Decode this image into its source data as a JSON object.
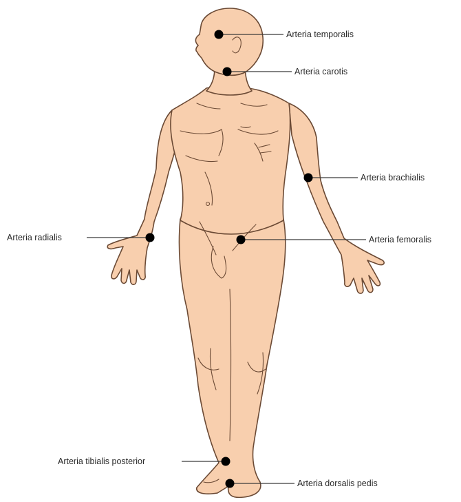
{
  "colors": {
    "skin": "#f8cfae",
    "outline": "#6b4a35",
    "marker": "#000000"
  },
  "labels": {
    "temporalis": "Arteria temporalis",
    "carotis": "Arteria carotis",
    "brachialis": "Arteria brachialis",
    "radialis": "Arteria radialis",
    "femoralis": "Arteria femoralis",
    "tibialis_posterior": "Arteria tibialis posterior",
    "dorsalis_pedis": "Arteria dorsalis pedis"
  }
}
